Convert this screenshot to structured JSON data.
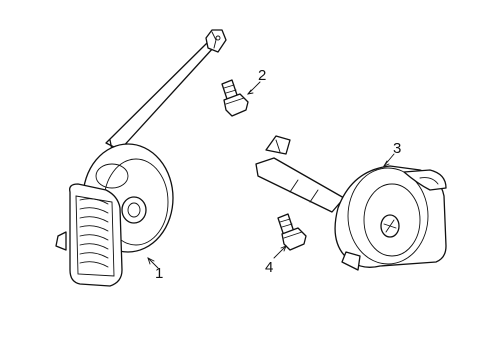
{
  "callouts": [
    {
      "id": "1",
      "label": "1"
    },
    {
      "id": "2",
      "label": "2"
    },
    {
      "id": "3",
      "label": "3"
    },
    {
      "id": "4",
      "label": "4"
    }
  ],
  "parts": [
    {
      "callout": "1"
    },
    {
      "callout": "2"
    },
    {
      "callout": "3"
    },
    {
      "callout": "4"
    }
  ]
}
